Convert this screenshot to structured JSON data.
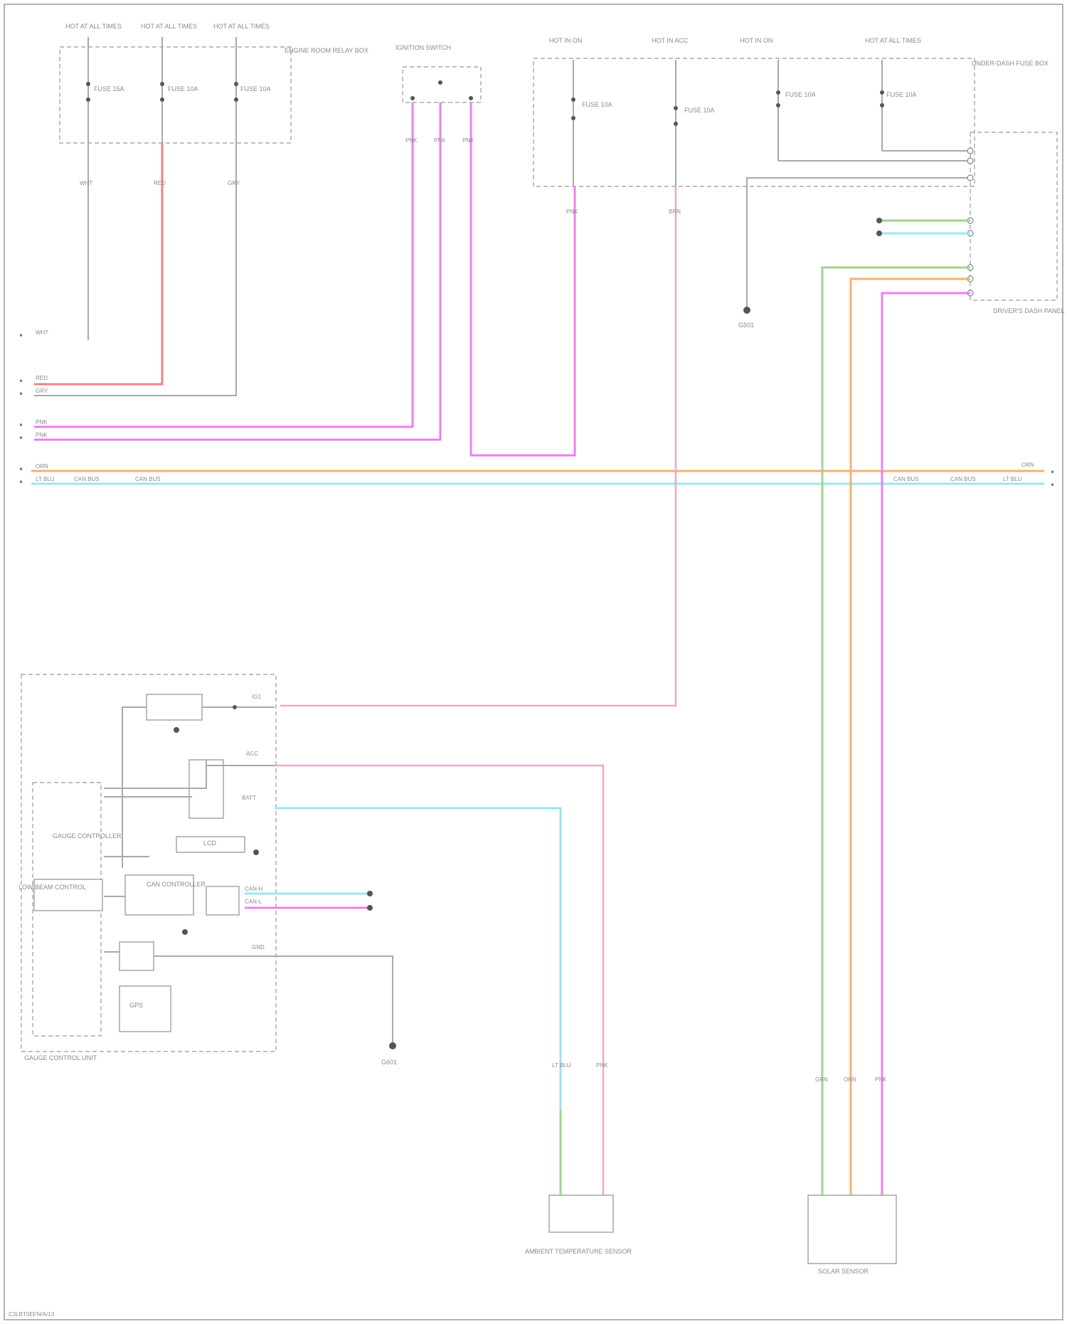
{
  "diagram": {
    "title": "",
    "footer_code": "C3LBT0EFN/A/13"
  },
  "blocks": {
    "fuse_box_top_left": {
      "fuse_headers": [
        "HOT AT ALL TIMES",
        "HOT AT ALL TIMES",
        "HOT AT ALL TIMES"
      ],
      "fuse_labels": [
        "FUSE 15A",
        "FUSE 10A",
        "FUSE 10A"
      ],
      "box_label": "ENGINE ROOM RELAY BOX"
    },
    "ignition_switch": {
      "label": "IGNITION SWITCH"
    },
    "underdash_fuse_box": {
      "fuse_headers": [
        "HOT IN ON",
        "HOT IN ACC",
        "HOT IN ON",
        "HOT AT ALL TIMES"
      ],
      "fuse_labels": [
        "FUSE 10A",
        "FUSE 10A",
        "FUSE 10A",
        "FUSE 10A"
      ],
      "box_label": "UNDER-DASH FUSE BOX"
    },
    "driver_panel": {
      "label": "DRIVER'S DASH PANEL"
    },
    "control_unit": {
      "title": "GAUGE CONTROL UNIT",
      "sub_label": "LOW BEAM CONTROL",
      "inner_labels": [
        "GAUGE CONTROLLER",
        "CAN CONTROLLER",
        "LCD",
        "GPS"
      ],
      "pins": [
        "IG1",
        "ACC",
        "BATT",
        "CAN-H",
        "CAN-L",
        "GND"
      ]
    },
    "ground_right": {
      "label": "G501"
    },
    "ground_left_bottom": {
      "label": "G601"
    },
    "sensor_bottom_left": {
      "label": "AMBIENT TEMPERATURE SENSOR"
    },
    "sensor_bottom_right": {
      "label": "SOLAR SENSOR"
    }
  },
  "wire_labels": {
    "left_stubs": [
      "WHT",
      "RED",
      "GRY",
      "PNK",
      "PNK",
      "ORN",
      "LT BLU"
    ],
    "bus_labels": [
      "CAN BUS",
      "CAN BUS",
      "CAN BUS",
      "CAN BUS"
    ],
    "right_bus_tags": [
      "ORN",
      "LT BLU"
    ],
    "vertical_tags": [
      "WHT",
      "RED",
      "GRY",
      "PNK",
      "PNK",
      "PNK",
      "PNK",
      "BRN",
      "GRN",
      "ORN",
      "PNK",
      "LT BLU",
      "PNK"
    ]
  },
  "icons": [
    "ground-symbol-icon",
    "connector-node-icon"
  ],
  "colors": {
    "wire_red": "#f08080",
    "wire_pink": "#f07cf0",
    "wire_light_pink": "#f4a3d0",
    "wire_orange": "#f5b070",
    "wire_cyan": "#9ae6f0",
    "wire_green": "#9ad88a",
    "wire_gray": "#a9a9a9"
  }
}
